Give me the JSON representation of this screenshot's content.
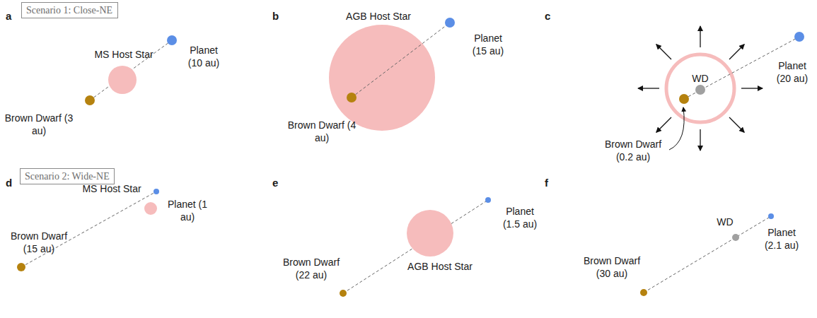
{
  "diagram": {
    "nodes": [
      {
        "text": [
          "Scenario 1: Close-NE"
        ]
      },
      {
        "text": [
          "Scenario 2: Wide-NE"
        ]
      }
    ],
    "labels": [
      "a",
      "Planet (10 au)",
      "MS Host Star",
      "Brown Dwarf (3 au)",
      "b",
      "AGB Host Star",
      "Planet (15 au)",
      "Brown Dwarf (4 au)",
      "c",
      "WD",
      "Planet (20 au)",
      "Brown Dwarf (0.2 au)",
      "d",
      "MS Host Star",
      "Planet (1 au)",
      "Brown Dwarf (15 au)",
      "e",
      "Planet (1.5 au)",
      "AGB Host Star",
      "Brown Dwarf (22 au)",
      "f",
      "WD",
      "Planet (2.1 au)",
      "Brown Dwarf (30 au)"
    ]
  }
}
